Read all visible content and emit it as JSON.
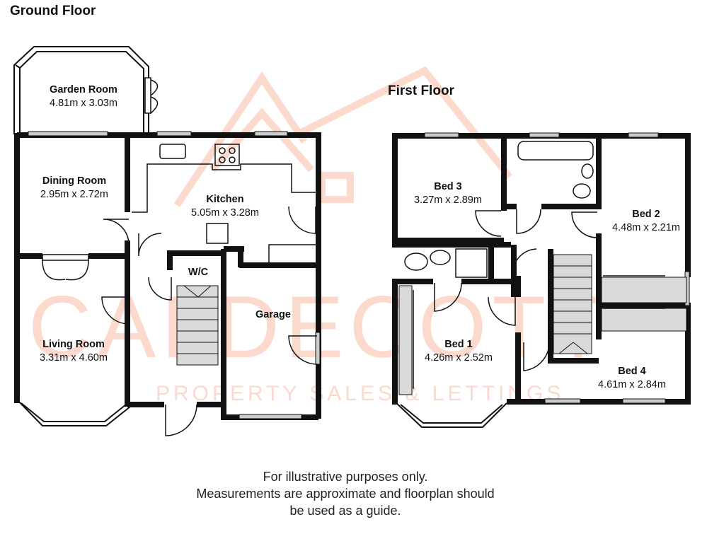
{
  "ground_floor": {
    "title": "Ground Floor",
    "rooms": {
      "garden_room": {
        "name": "Garden Room",
        "size": "4.81m x 3.03m"
      },
      "dining_room": {
        "name": "Dining Room",
        "size": "2.95m x 2.72m"
      },
      "kitchen": {
        "name": "Kitchen",
        "size": "5.05m x 3.28m"
      },
      "wc": {
        "name": "W/C"
      },
      "garage": {
        "name": "Garage"
      },
      "living_room": {
        "name": "Living Room",
        "size": "3.31m x 4.60m"
      }
    }
  },
  "first_floor": {
    "title": "First Floor",
    "rooms": {
      "bed3": {
        "name": "Bed 3",
        "size": "3.27m x 2.89m"
      },
      "bed2": {
        "name": "Bed 2",
        "size": "4.48m x 2.21m"
      },
      "bed1": {
        "name": "Bed 1",
        "size": "4.26m x 2.52m"
      },
      "bed4": {
        "name": "Bed 4",
        "size": "4.61m x 2.84m"
      }
    }
  },
  "watermark": {
    "brand": "CALDECOTT",
    "tagline": "PROPERTY SALES & LETTINGS"
  },
  "disclaimer": {
    "line1": "For illustrative purposes only.",
    "line2": "Measurements are approximate and floorplan should",
    "line3": "be used as a guide."
  },
  "colors": {
    "wall": "#111111",
    "watermark": "#fbd9cc",
    "fixture": "#d9d9d9"
  }
}
